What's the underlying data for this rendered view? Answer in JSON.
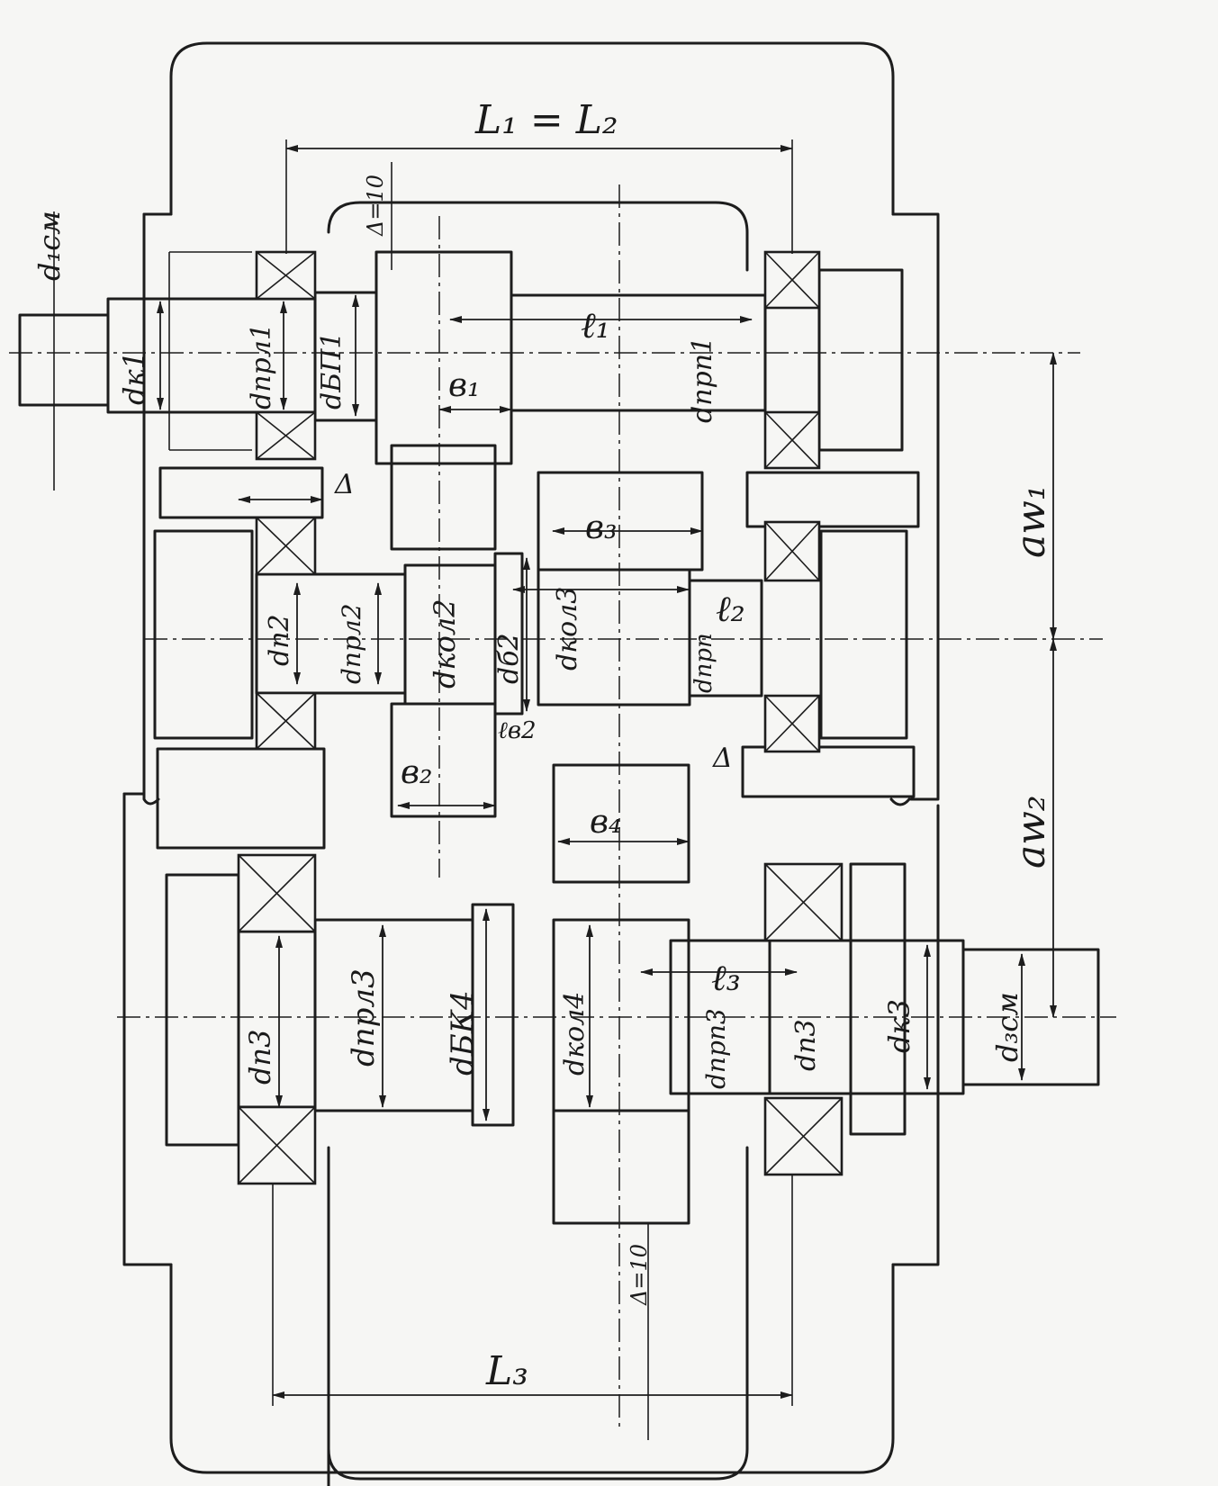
{
  "labels": {
    "L1_L2": "L₁ = L₂",
    "L3": "L₃",
    "delta_top": "Δ=10",
    "delta_bottom": "Δ=10",
    "delta_mid_left": "Δ",
    "delta_mid_right": "Δ",
    "d_1cm": "d₁см",
    "d_k1": "dк1",
    "d_prl1": "dпрл1",
    "d_bp1": "dБП1",
    "l1": "ℓ₁",
    "b1": "в₁",
    "d_prp1": "dпрп1",
    "a_w1": "aw₁",
    "b3": "в₃",
    "d_p2": "dп2",
    "d_prl2": "dпрл2",
    "d_kol2": "dкол2",
    "d_b2": "dб2",
    "d_kol3": "dкол3",
    "l2": "ℓ₂",
    "d_prp2": "dпрп",
    "l_b2": "ℓв2",
    "b2": "в₂",
    "b4": "в₄",
    "a_w2": "aw₂",
    "l3": "ℓ₃",
    "d_p3_left": "dп3",
    "d_prl3": "dпрл3",
    "d_bk4": "dБК4",
    "d_kol4": "dкол4",
    "d_prp3": "dпрп3",
    "d_p3_right": "dп3",
    "d_k3": "dк3",
    "d_3cm": "d₃см"
  }
}
